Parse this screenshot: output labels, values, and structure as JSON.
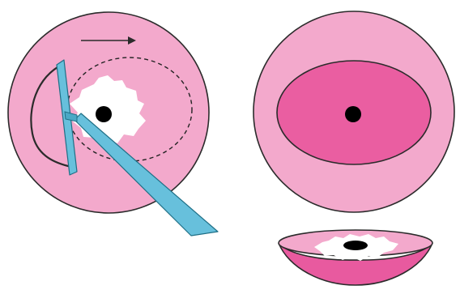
{
  "diagram": {
    "arrow_direction": "right",
    "panels": [
      "left-procedure-view",
      "right-top-view",
      "right-side-section-view"
    ],
    "colors": {
      "background": "#ffffff",
      "eye_outer": "#f3a9cc",
      "outline": "#2b2b2b",
      "stained_zone": "#ea5ea1",
      "bowl_fill": "#e85a9f",
      "lesion": "#ffffff",
      "pupil": "#000000",
      "instrument": "#67c0dc",
      "instrument_edge": "#1f6f86",
      "dashed_path": "#222222"
    }
  }
}
